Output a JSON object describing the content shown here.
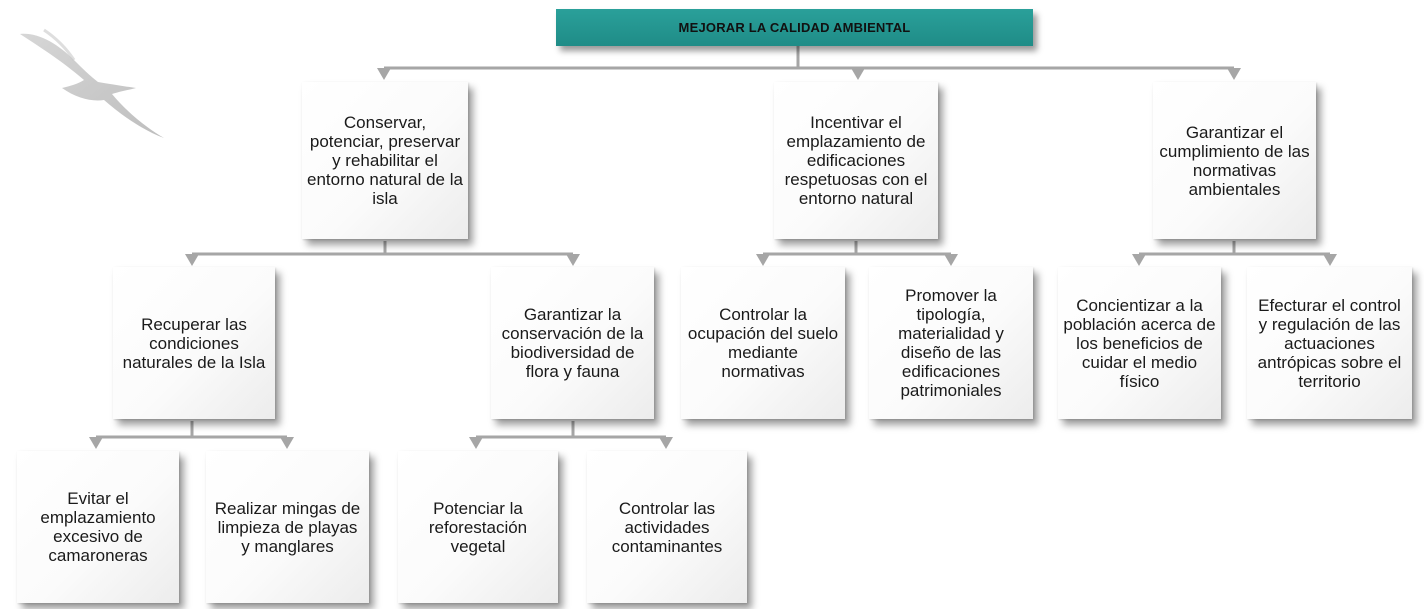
{
  "diagram": {
    "root": "MEJORAR LA CALIDAD AMBIENTAL",
    "level1": [
      "Conservar, potenciar, preservar y rehabilitar el entorno natural de la isla",
      "Incentivar el emplazamiento de edificaciones respetuosas con el entorno natural",
      "Garantizar el cumplimiento de las normativas ambientales"
    ],
    "level2": [
      "Recuperar las condiciones naturales de la Isla",
      "Garantizar la conservación de la biodiversidad de flora y fauna",
      "Controlar la ocupación del suelo mediante normativas",
      "Promover la tipología, materialidad y diseño de las edificaciones patrimoniales",
      "Concientizar a la población acerca de los beneficios de cuidar el medio físico",
      "Efecturar el control y regulación de las actuaciones antrópicas sobre el territorio"
    ],
    "level3": [
      "Evitar el emplazamiento excesivo de camaroneras",
      "Realizar mingas de limpieza de playas y manglares",
      "Potenciar la reforestación vegetal",
      "Controlar las actividades contaminantes"
    ]
  },
  "colors": {
    "root_fill": "#229591",
    "connector": "#a6a6a6",
    "node_text": "#1a1a1a",
    "watermark": "#bfbfbf"
  },
  "icons": {
    "watermark": "bird-watermark-icon"
  }
}
